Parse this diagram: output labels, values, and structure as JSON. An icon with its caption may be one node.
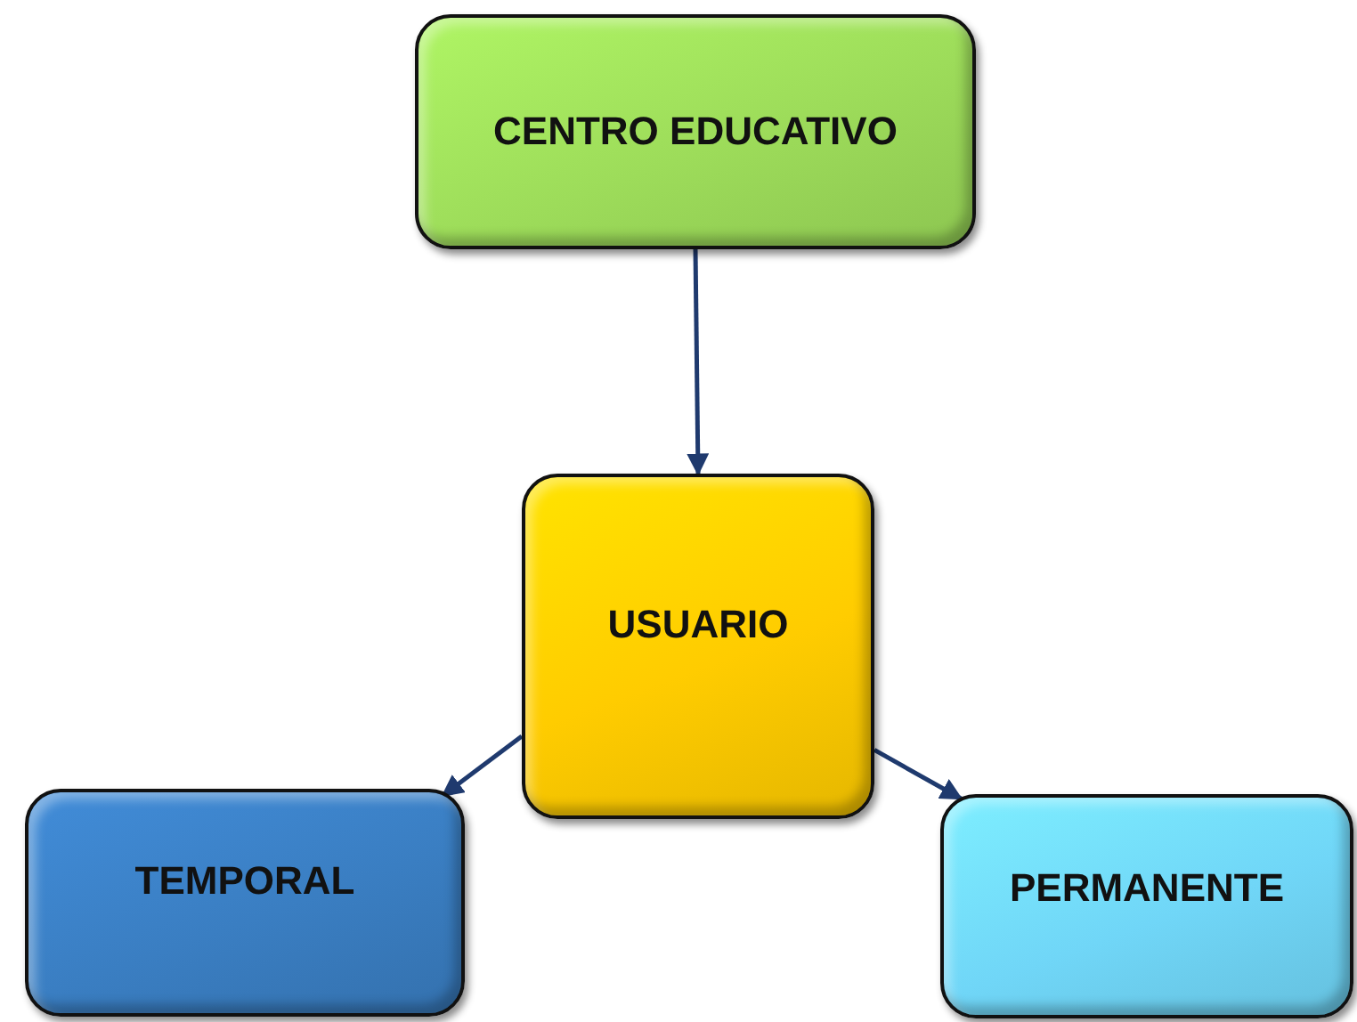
{
  "diagram": {
    "nodes": [
      {
        "text": [
          "CENTRO EDUCATIVO"
        ]
      },
      {
        "text": [
          "USUARIO"
        ]
      },
      {
        "text": [
          "TEMPORAL"
        ]
      },
      {
        "text": [
          "PERMANENTE"
        ]
      }
    ],
    "edges": [
      {
        "from": 0,
        "to": 1,
        "arrow": "to"
      },
      {
        "from": 1,
        "to": 2,
        "arrow": "to"
      },
      {
        "from": 1,
        "to": 3,
        "arrow": "to"
      }
    ]
  }
}
